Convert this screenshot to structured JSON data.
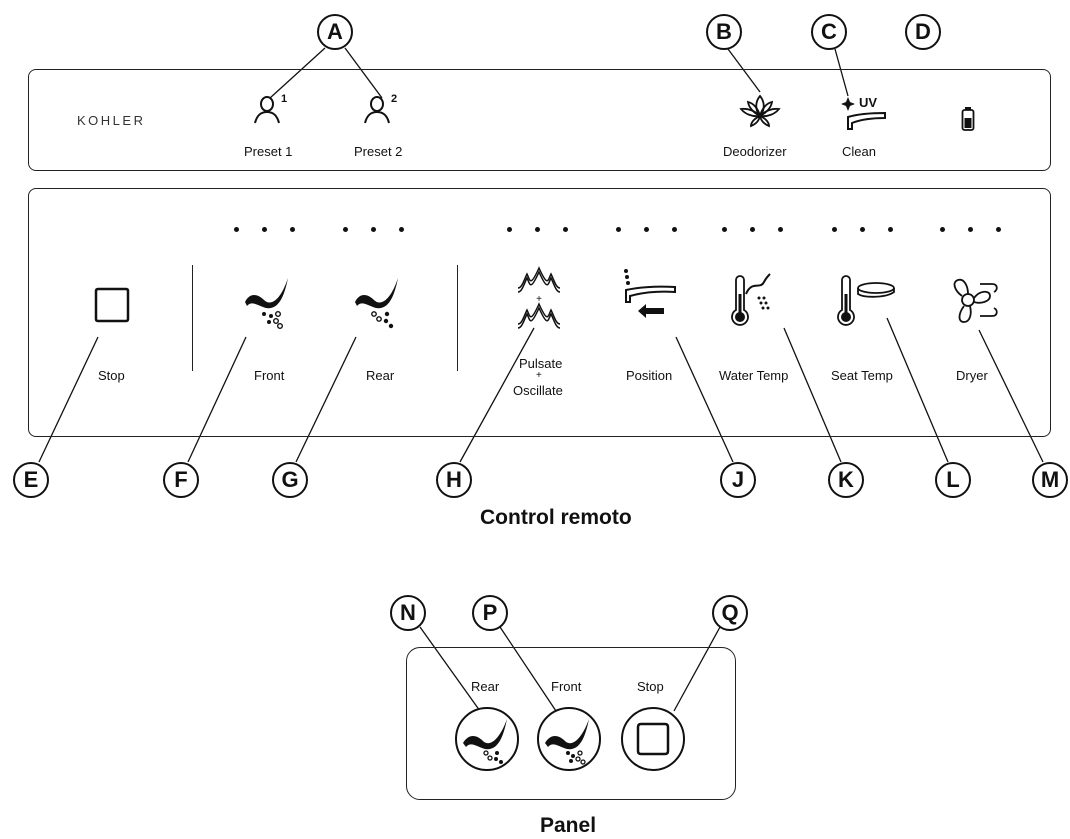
{
  "remote": {
    "brand": "KOHLER",
    "top_bar": {
      "preset1_label": "Preset 1",
      "preset2_label": "Preset 2",
      "deodorizer_label": "Deodorizer",
      "clean_label": "Clean",
      "uv_text": "UV",
      "preset1_sup": "1",
      "preset2_sup": "2"
    },
    "buttons": {
      "stop_label": "Stop",
      "front_label": "Front",
      "rear_label": "Rear",
      "pulsate_line1": "Pulsate",
      "pulsate_line2": "+",
      "pulsate_line3": "Oscillate",
      "position_label": "Position",
      "water_temp_label": "Water Temp",
      "seat_temp_label": "Seat Temp",
      "dryer_label": "Dryer"
    },
    "caption": "Control remoto"
  },
  "panel": {
    "rear_label": "Rear",
    "front_label": "Front",
    "stop_label": "Stop",
    "caption": "Panel"
  },
  "callouts": {
    "a": "A",
    "b": "B",
    "c": "C",
    "d": "D",
    "e": "E",
    "f": "F",
    "g": "G",
    "h": "H",
    "j": "J",
    "k": "K",
    "l": "L",
    "m": "M",
    "n": "N",
    "p": "P",
    "q": "Q"
  },
  "icons": {
    "preset1": "person-preset-1-icon",
    "preset2": "person-preset-2-icon",
    "deodorizer": "lotus-flower-icon",
    "clean": "uv-wand-icon",
    "battery": "battery-icon",
    "stop": "rounded-square-icon",
    "front": "front-spray-wave-icon",
    "rear": "rear-spray-wave-icon",
    "pulsate": "pulsate-oscillate-wave-icon",
    "position": "wand-position-arrow-icon",
    "water_temp": "thermometer-water-icon",
    "seat_temp": "thermometer-seat-icon",
    "dryer": "fan-dryer-icon"
  }
}
